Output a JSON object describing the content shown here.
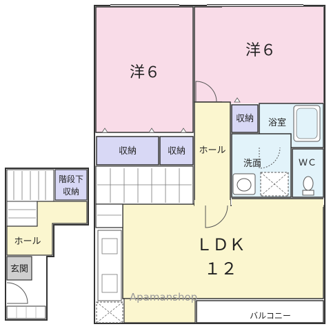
{
  "rooms": {
    "western1_label": "洋６",
    "western2_label": "洋６",
    "storage1_label": "収納",
    "storage2_label": "収納",
    "storage3_label": "収納",
    "hall_upper_label": "ホール",
    "bath_label": "浴室",
    "washroom_label": "洗面",
    "wc_label": "ＷＣ",
    "understair_label_1": "階段下",
    "understair_label_2": "収納",
    "hall_lower_label": "ホール",
    "entrance_label": "玄関",
    "ldk_label_1": "ＬＤＫ",
    "ldk_label_2": "１２",
    "balcony_label": "バルコニー"
  },
  "watermark": "Apamanshop",
  "colors": {
    "western": "#f9dce8",
    "storage": "#d8d8f5",
    "ldk": "#fbf6cf",
    "bath": "#e2f3fa",
    "entrance": "#cfcfcf",
    "wall": "#333333"
  }
}
